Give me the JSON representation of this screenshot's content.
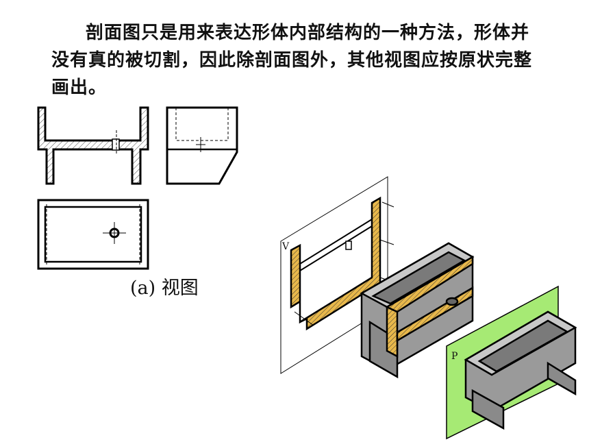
{
  "text": {
    "paragraph": "剖面图只是用来表达形体内部结构的一种方法，形体并没有真的被切割，因此除剖面图外，其他视图应按原状完整画出。"
  },
  "caption": "(a) 视图",
  "labels": {
    "v_plane": "V",
    "p_plane": "P"
  },
  "colors": {
    "section_hatch": "#e8b84b",
    "body_fill": "#9a9a9a",
    "plane_fill": "#a6ea74"
  }
}
